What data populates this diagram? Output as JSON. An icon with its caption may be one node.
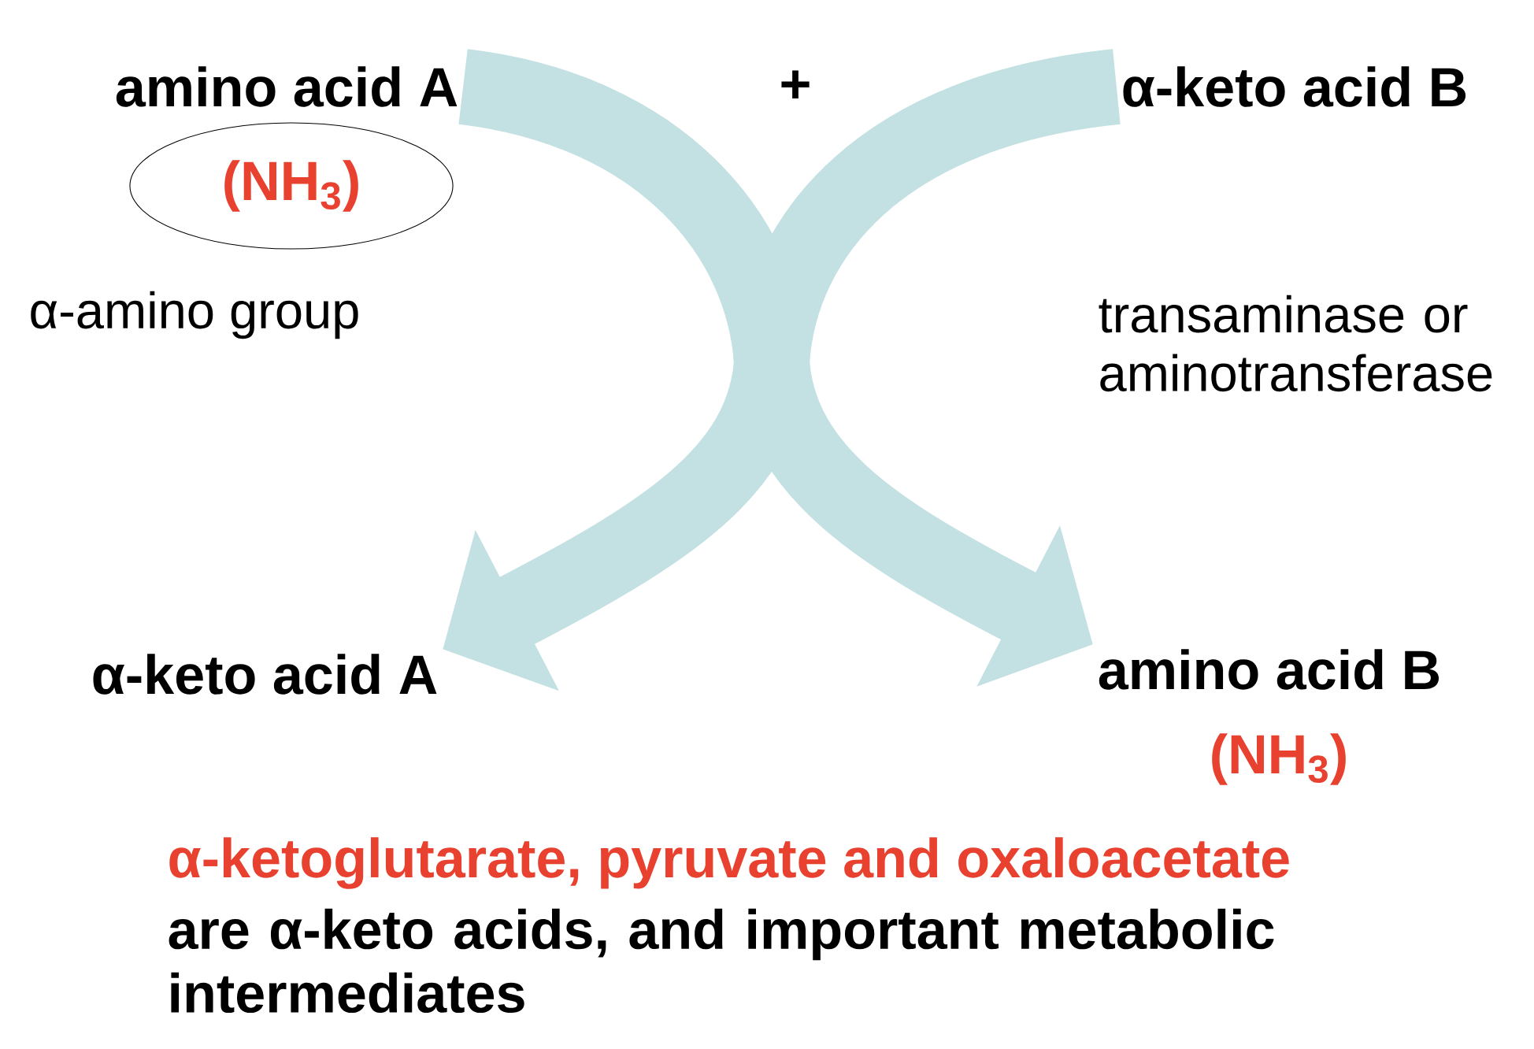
{
  "diagram": {
    "nodes": [
      {
        "text": [
          "amino acid A"
        ]
      },
      {
        "text": [
          "(NH$_{3}$)"
        ]
      },
      {
        "text": [
          "α-keto acid B"
        ]
      },
      {
        "text": [
          "α-keto acid A"
        ]
      },
      {
        "text": [
          "amino acid B"
        ],
        "beside": [
          "(NH$_{3}$)"
        ]
      }
    ],
    "edges": [
      {
        "from": 0,
        "to": 4,
        "arrow": "to"
      },
      {
        "from": 2,
        "to": 3,
        "arrow": "to"
      }
    ],
    "labels": [
      "+",
      "α-amino group",
      "transaminase or aminotransferase",
      "α-ketoglutarate, pyruvate and oxaloacetate",
      "are α-keto acids, and important metabolic intermediates"
    ]
  }
}
